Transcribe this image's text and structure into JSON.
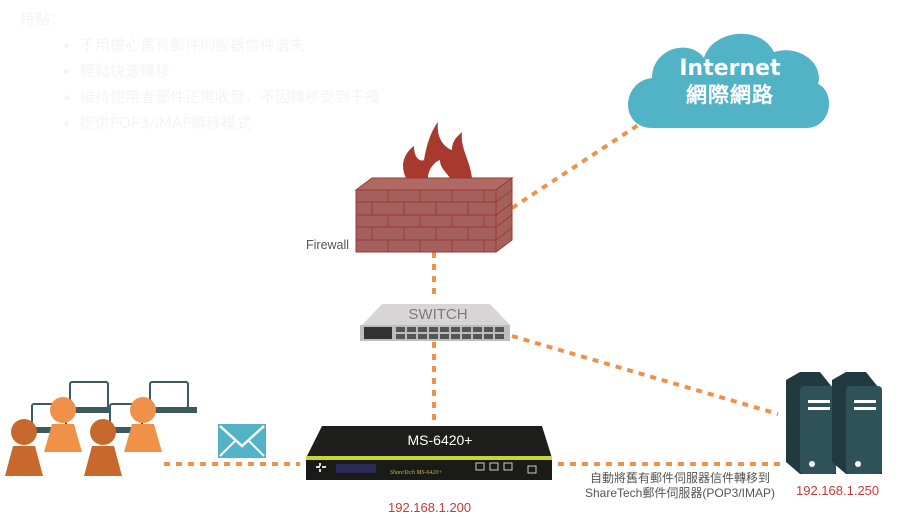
{
  "features": {
    "heading": "特點：",
    "items": [
      "不用擔心舊有郵件伺服器信件遺失",
      "輕鬆快速轉移",
      "維持使用者郵件正常收發，不因轉移受到干擾",
      "提供POP3/IMAP轉移模式"
    ]
  },
  "cloud": {
    "title_en": "Internet",
    "title_zh": "網際網路",
    "color": "#52b2c6"
  },
  "firewall": {
    "label": "Firewall",
    "color": "#a3605c"
  },
  "switch": {
    "label": "SWITCH"
  },
  "appliance": {
    "model": "MS-6420+",
    "ip": "192.168.1.200"
  },
  "mail_server": {
    "ip": "192.168.1.250",
    "color": "#2f5158"
  },
  "migration_note": {
    "line1": "自動將舊有郵件伺服器信件轉移到",
    "line2": "ShareTech郵件伺服器(POP3/IMAP)"
  },
  "colors": {
    "link": "#f0914a",
    "ip": "#c8393b",
    "user_dark": "#c7692c",
    "user_light": "#f0914a",
    "envelope": "#52b2c6"
  }
}
